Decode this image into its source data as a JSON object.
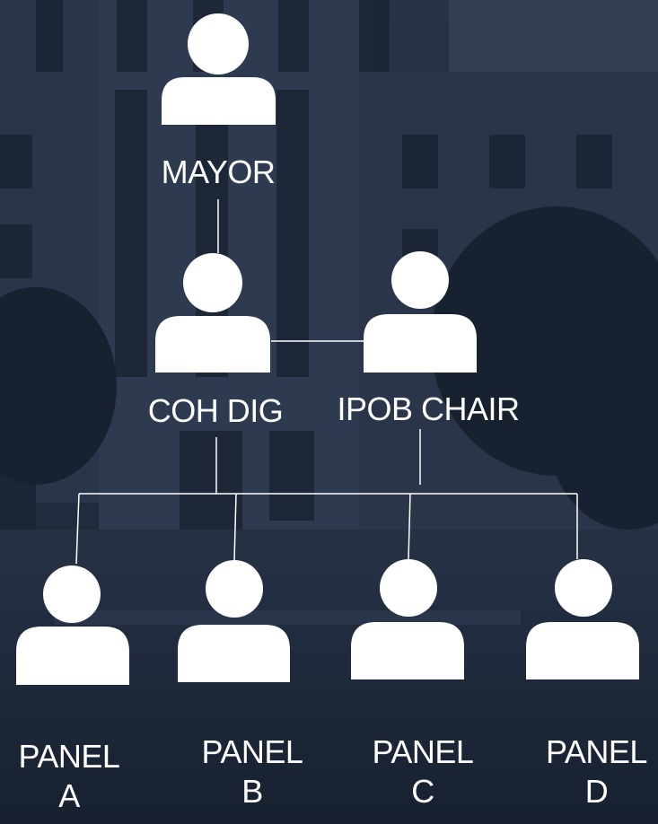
{
  "diagram": {
    "nodes": [
      {
        "id": "mayor",
        "label": "MAYOR"
      },
      {
        "id": "coh_dig",
        "label": "COH DIG"
      },
      {
        "id": "ipob_chair",
        "label": "IPOB CHAIR"
      },
      {
        "id": "panel_a",
        "label_line1": "PANEL",
        "label_line2": "A"
      },
      {
        "id": "panel_b",
        "label_line1": "PANEL",
        "label_line2": "B"
      },
      {
        "id": "panel_c",
        "label_line1": "PANEL",
        "label_line2": "C"
      },
      {
        "id": "panel_d",
        "label_line1": "PANEL",
        "label_line2": "D"
      }
    ],
    "connections": [
      {
        "from": "mayor",
        "to": "coh_dig"
      },
      {
        "from": "coh_dig",
        "to": "ipob_chair"
      },
      {
        "from": "coh_dig",
        "to": "panel_a"
      },
      {
        "from": "coh_dig",
        "to": "panel_b"
      },
      {
        "from": "coh_dig",
        "to": "panel_c"
      },
      {
        "from": "coh_dig",
        "to": "panel_d"
      },
      {
        "from": "ipob_chair",
        "to": "panel_a"
      },
      {
        "from": "ipob_chair",
        "to": "panel_b"
      },
      {
        "from": "ipob_chair",
        "to": "panel_c"
      },
      {
        "from": "ipob_chair",
        "to": "panel_d"
      }
    ]
  },
  "colors": {
    "background": "#1f2b3d",
    "foreground": "#ffffff"
  }
}
